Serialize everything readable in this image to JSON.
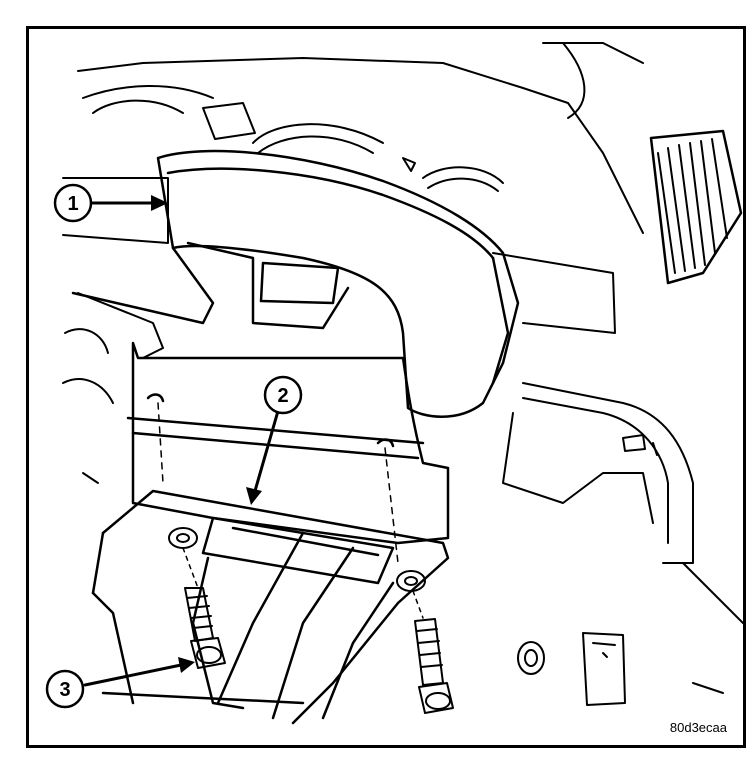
{
  "figure": {
    "code": "80d3ecaa",
    "callouts": [
      {
        "label": "1"
      },
      {
        "label": "2"
      },
      {
        "label": "3"
      }
    ]
  },
  "colors": {
    "ink": "#000000",
    "paper": "#ffffff"
  }
}
